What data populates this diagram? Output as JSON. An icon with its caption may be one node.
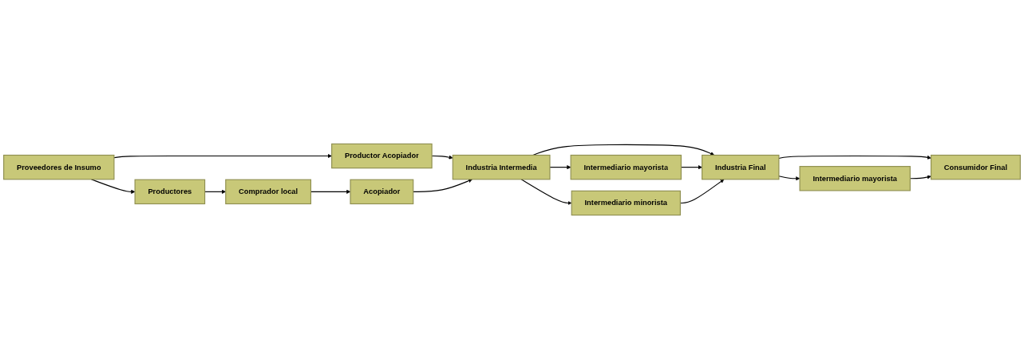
{
  "diagram": {
    "nodes": [
      {
        "text": [
          "Proveedores de Insumo"
        ]
      },
      {
        "text": [
          "Productor Acopiador"
        ]
      },
      {
        "text": [
          "Productores"
        ]
      },
      {
        "text": [
          "Comprador local"
        ]
      },
      {
        "text": [
          "Acopiador"
        ]
      },
      {
        "text": [
          "Industria Intermedia"
        ]
      },
      {
        "text": [
          "Intermediario mayorista"
        ]
      },
      {
        "text": [
          "Intermediario minorista"
        ]
      },
      {
        "text": [
          "Industria Final"
        ]
      },
      {
        "text": [
          "Intermediario mayorista"
        ]
      },
      {
        "text": [
          "Consumidor Final"
        ]
      }
    ],
    "edges": [
      {
        "from": 0,
        "to": 1,
        "arrow": "to"
      },
      {
        "from": 0,
        "to": 2,
        "arrow": "to"
      },
      {
        "from": 2,
        "to": 3,
        "arrow": "to"
      },
      {
        "from": 3,
        "to": 4,
        "arrow": "to"
      },
      {
        "from": 1,
        "to": 5,
        "arrow": "to"
      },
      {
        "from": 4,
        "to": 5,
        "arrow": "to"
      },
      {
        "from": 5,
        "to": 6,
        "arrow": "to"
      },
      {
        "from": 5,
        "to": 7,
        "arrow": "to"
      },
      {
        "from": 5,
        "to": 8,
        "arrow": "to"
      },
      {
        "from": 6,
        "to": 8,
        "arrow": "to"
      },
      {
        "from": 7,
        "to": 8,
        "arrow": "to"
      },
      {
        "from": 8,
        "to": 9,
        "arrow": "to"
      },
      {
        "from": 8,
        "to": 10,
        "arrow": "to"
      },
      {
        "from": 9,
        "to": 10,
        "arrow": "to"
      }
    ]
  }
}
